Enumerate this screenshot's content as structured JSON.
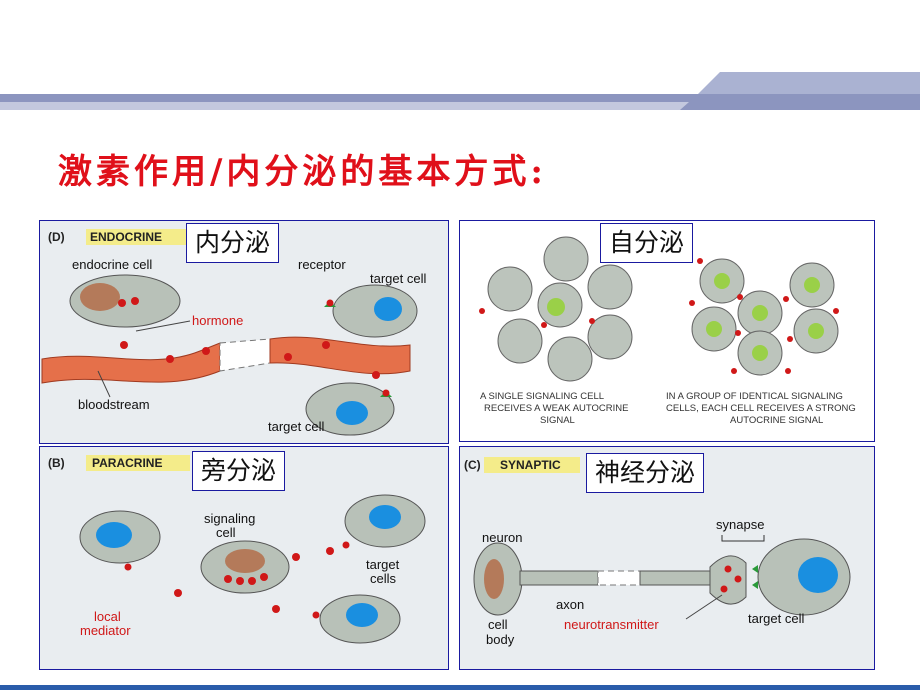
{
  "title": "激素作用/内分泌的基本方式:",
  "colors": {
    "title": "#e0101a",
    "panel_border": "#1a1aa0",
    "band": "#9aa4c8"
  },
  "panels": {
    "endocrine": {
      "tag_letter": "(D)",
      "tag": "ENDOCRINE",
      "label": "内分泌",
      "endocrine_cell": "endocrine cell",
      "receptor": "receptor",
      "target_cell_top": "target cell",
      "hormone": "hormone",
      "bloodstream": "bloodstream",
      "target_cell_bottom": "target cell"
    },
    "autocrine": {
      "label": "自分泌",
      "caption_left": [
        "A SINGLE SIGNALING CELL",
        "RECEIVES A WEAK AUTOCRINE",
        "SIGNAL"
      ],
      "caption_right": [
        "IN A GROUP OF IDENTICAL SIGNALING",
        "CELLS, EACH CELL RECEIVES A STRONG",
        "AUTOCRINE SIGNAL"
      ]
    },
    "paracrine": {
      "tag_letter": "(B)",
      "tag": "PARACRINE",
      "label": "旁分泌",
      "signaling_cell_1": "signaling",
      "signaling_cell_2": "cell",
      "target_cells_1": "target",
      "target_cells_2": "cells",
      "local_mediator_1": "local",
      "local_mediator_2": "mediator"
    },
    "synaptic": {
      "tag_letter": "(C)",
      "tag": "SYNAPTIC",
      "label": "神经分泌",
      "neuron": "neuron",
      "synapse": "synapse",
      "axon": "axon",
      "cell_body_1": "cell",
      "cell_body_2": "body",
      "neurotransmitter": "neurotransmitter",
      "target_cell": "target cell"
    }
  }
}
